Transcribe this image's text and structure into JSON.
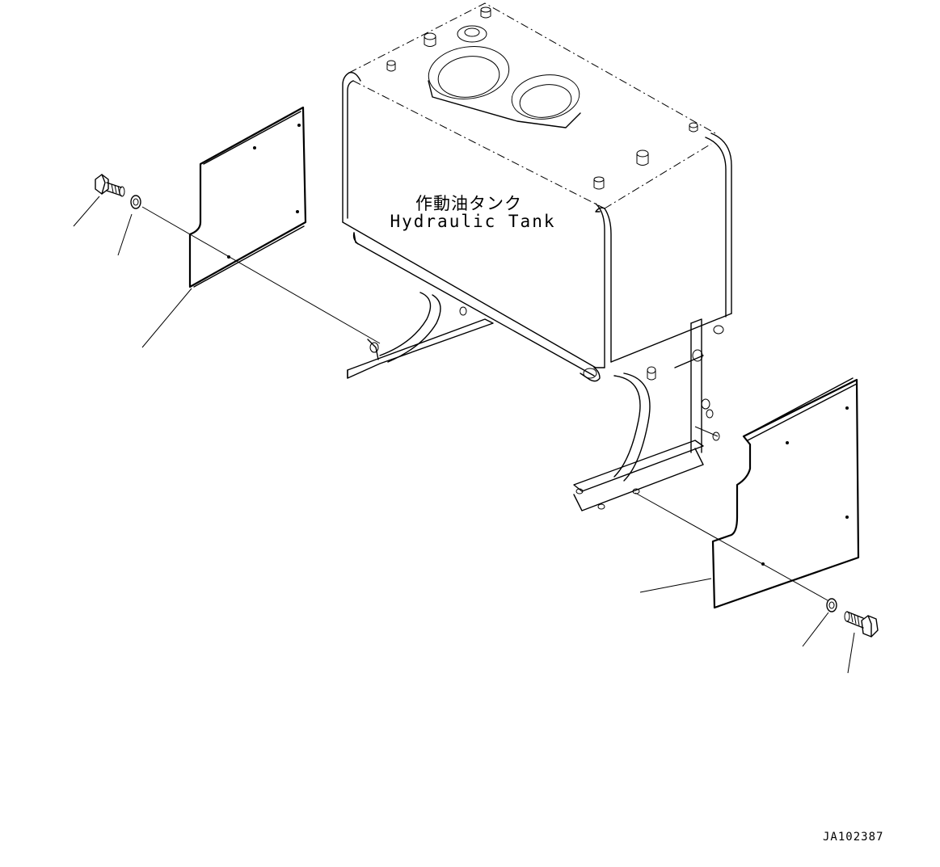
{
  "diagram": {
    "tank_label_jp": "作動油タンク",
    "tank_label_en": "Hydraulic Tank",
    "drawing_code": "JA102387"
  }
}
